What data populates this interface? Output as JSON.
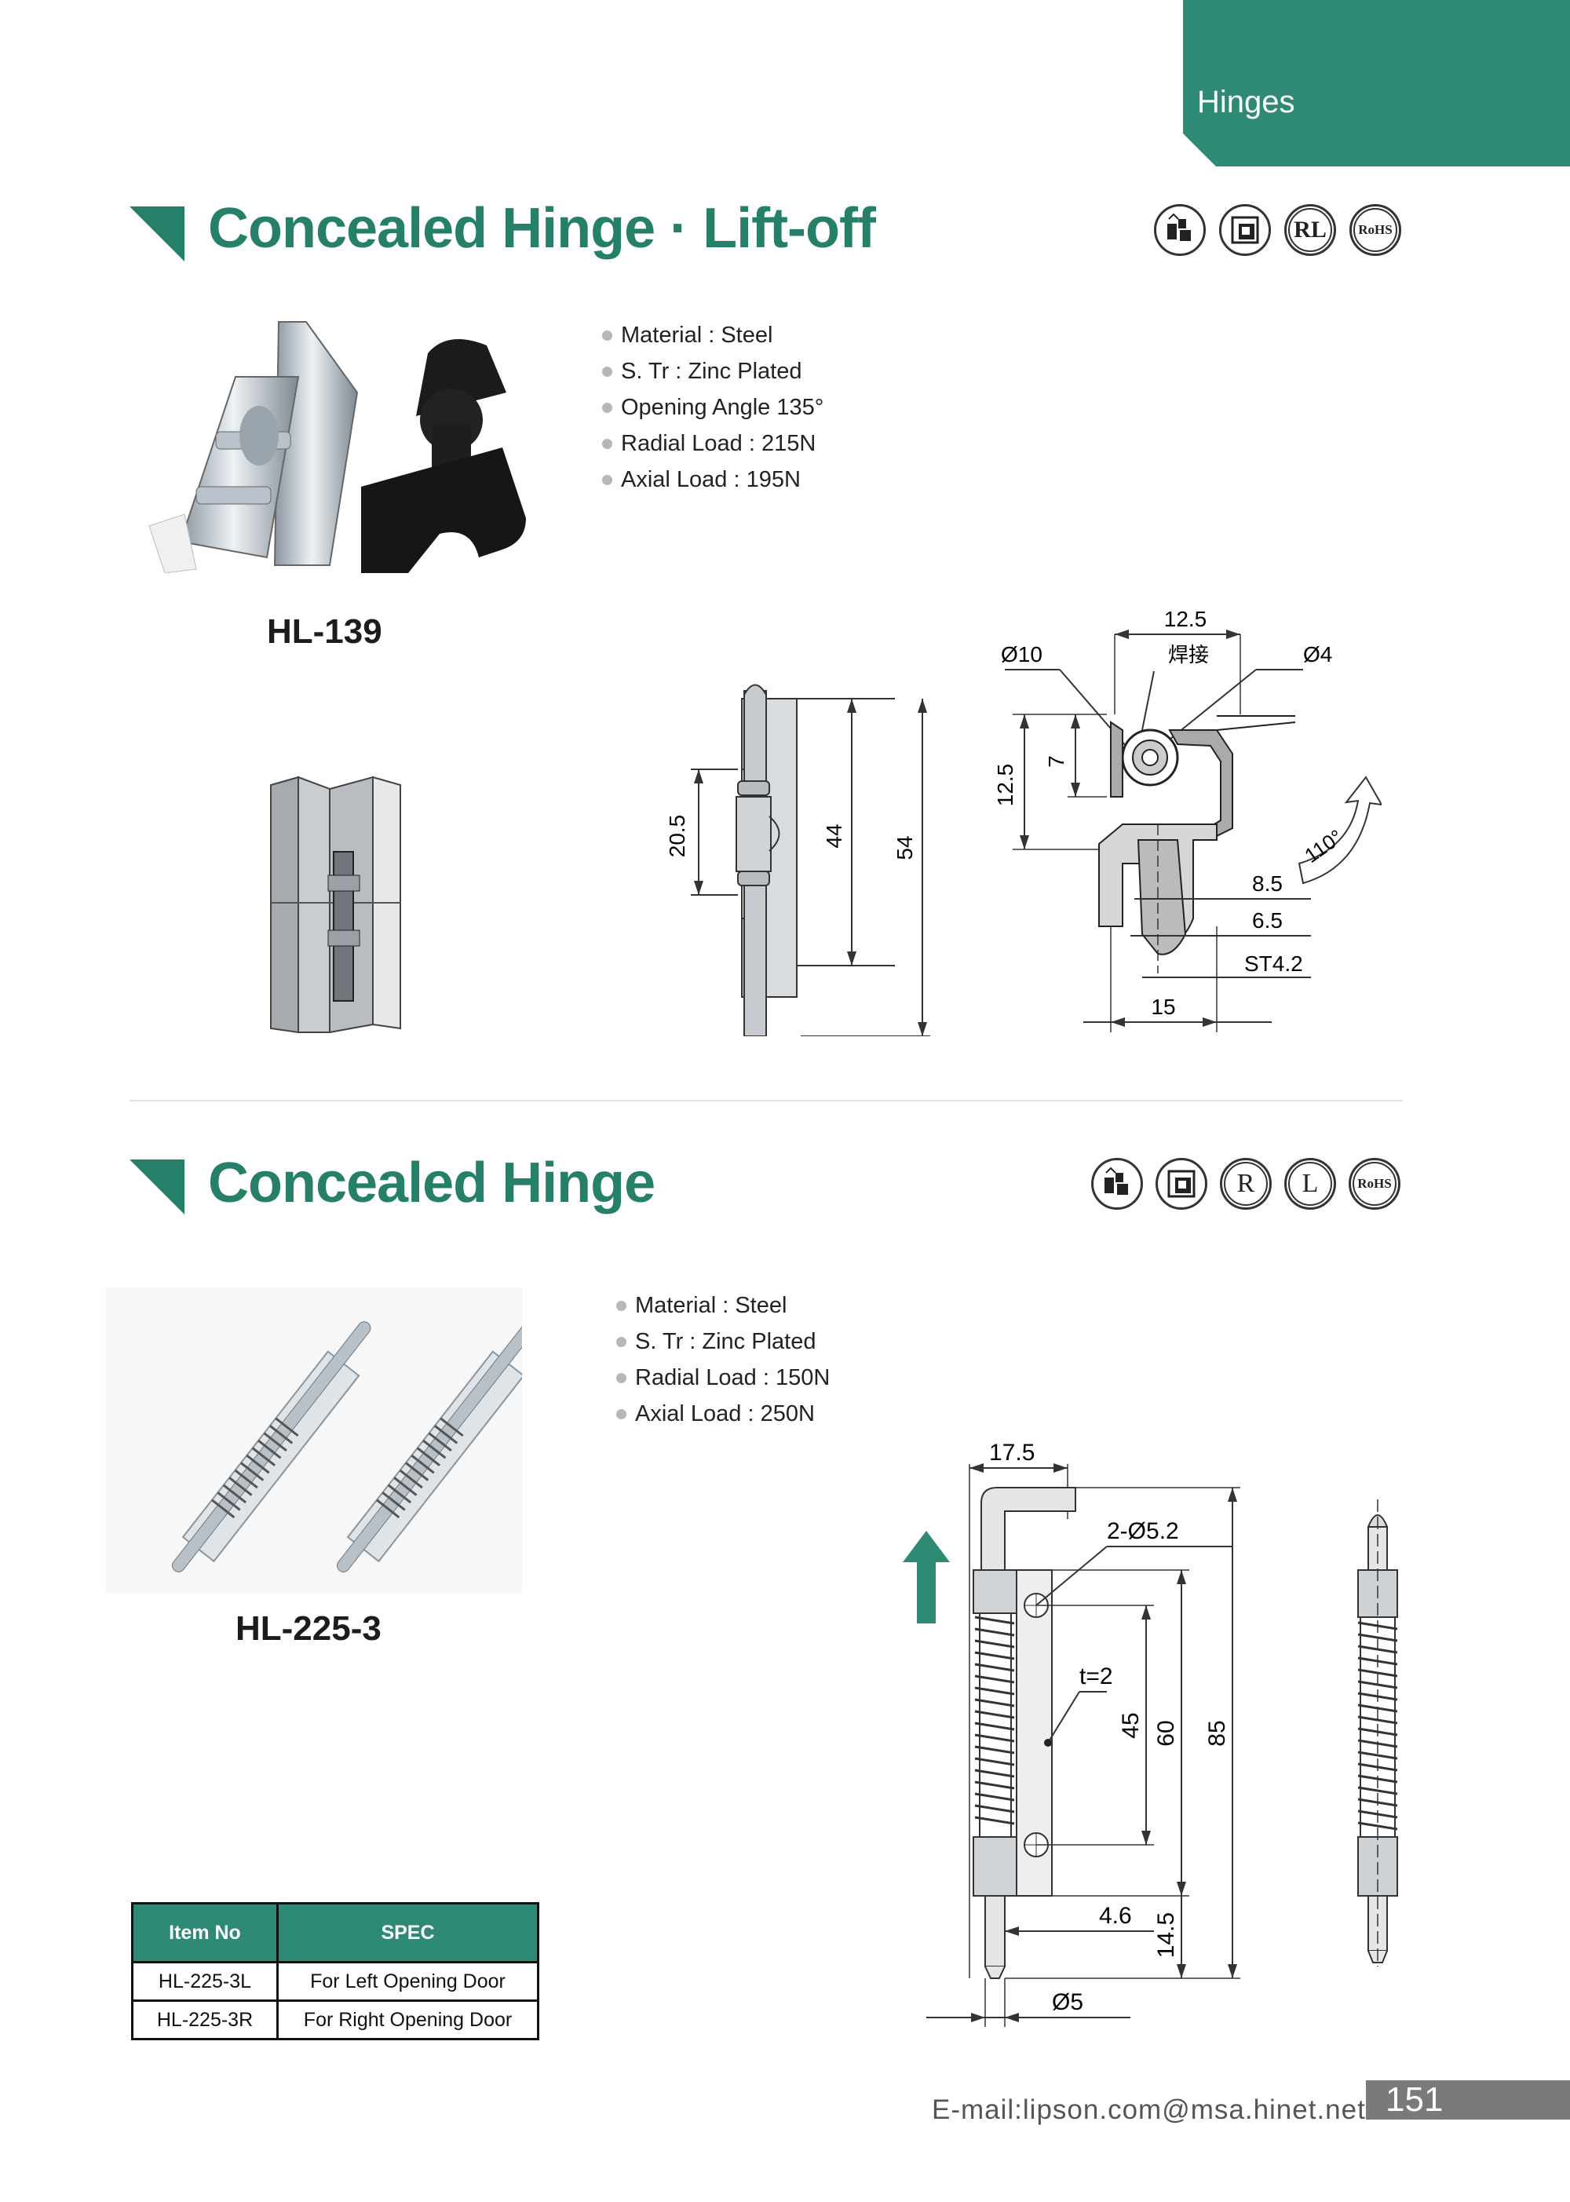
{
  "header": {
    "tab_label": "Hinges"
  },
  "section1": {
    "title": "Concealed Hinge · Lift-off",
    "certifications": [
      "multi-icon",
      "frame-icon",
      "RL",
      "RoHS"
    ],
    "specs": [
      "Material : Steel",
      "S. Tr : Zinc Plated",
      "Opening Angle 135°",
      "Radial Load : 215N",
      "Axial Load : 195N"
    ],
    "model": "HL-139",
    "dims": {
      "d12_5_top": "12.5",
      "phi10": "Ø10",
      "weld": "焊接",
      "phi4": "Ø4",
      "d20_5": "20.5",
      "d44": "44",
      "d54": "54",
      "d12_5_left": "12.5",
      "d7": "7",
      "d8_5": "8.5",
      "d6_5": "6.5",
      "st4_2": "ST4.2",
      "d15": "15",
      "angle": "110°"
    }
  },
  "section2": {
    "title": "Concealed Hinge",
    "certifications": [
      "multi-icon",
      "frame-icon",
      "R",
      "L",
      "RoHS"
    ],
    "specs": [
      "Material : Steel",
      "S. Tr : Zinc Plated",
      "Radial Load : 150N",
      "Axial Load : 250N"
    ],
    "model": "HL-225-3",
    "table": {
      "headers": [
        "Item No",
        "SPEC"
      ],
      "rows": [
        [
          "HL-225-3L",
          "For Left Opening Door"
        ],
        [
          "HL-225-3R",
          "For Right Opening Door"
        ]
      ]
    },
    "dims": {
      "d17_5": "17.5",
      "holes": "2-Ø5.2",
      "t2": "t=2",
      "d45": "45",
      "d60": "60",
      "d85": "85",
      "d4_6": "4.6",
      "d14_5": "14.5",
      "phi5": "Ø5"
    }
  },
  "footer": {
    "email": "E-mail:lipson.com@msa.hinet.net",
    "page": "151"
  },
  "colors": {
    "accent": "#2e8a74",
    "title": "#268069"
  }
}
